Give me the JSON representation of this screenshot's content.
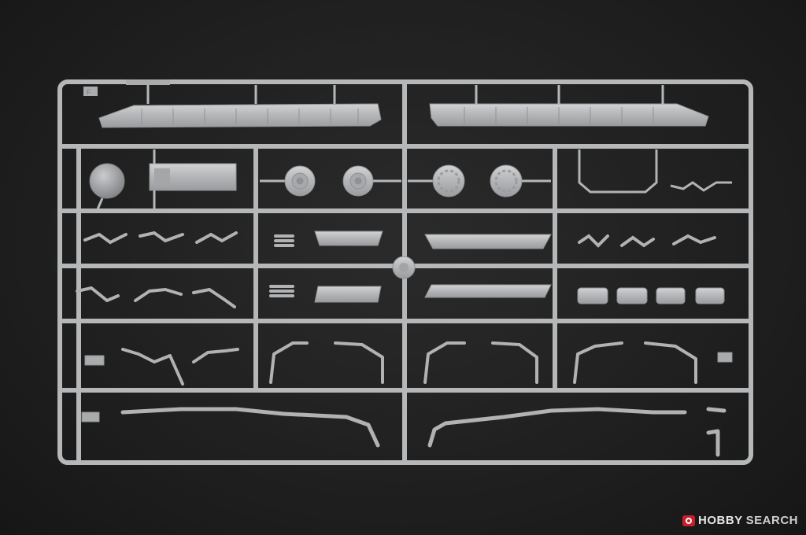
{
  "scene": {
    "description_colors": {
      "background": "#1f1f1f",
      "plastic": "#b4b6b8",
      "plastic_shadow": "#8e9093",
      "plastic_highlight": "#d3d5d7"
    }
  },
  "sprue": {
    "frame_letter": "F"
  },
  "watermark": {
    "brand": "HOBBY",
    "suffix": "SEARCH",
    "logo_icon": "hobbysearch-logo-icon"
  }
}
